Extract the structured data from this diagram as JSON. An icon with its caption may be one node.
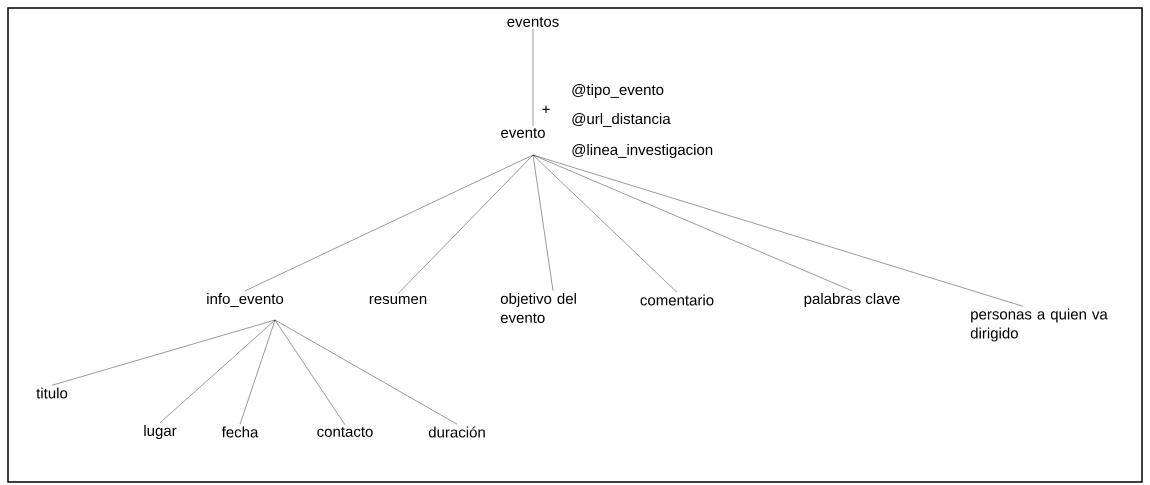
{
  "diagram": {
    "nodes": [
      {
        "text": [
          "eventos"
        ]
      },
      {
        "text": [
          "evento"
        ]
      },
      {
        "text": [
          "info_evento"
        ]
      },
      {
        "text": [
          "resumen"
        ]
      },
      {
        "text": [
          "objetivo del evento"
        ]
      },
      {
        "text": [
          "comentario"
        ]
      },
      {
        "text": [
          "palabras clave"
        ]
      },
      {
        "text": [
          "personas a quien va dirigido"
        ]
      },
      {
        "text": [
          "titulo"
        ]
      },
      {
        "text": [
          "lugar"
        ]
      },
      {
        "text": [
          "fecha"
        ]
      },
      {
        "text": [
          "contacto"
        ]
      },
      {
        "text": [
          "duración"
        ]
      }
    ],
    "edges": [
      {
        "from": 0,
        "to": 1,
        "arrow": "none"
      },
      {
        "from": 1,
        "to": 2,
        "arrow": "none"
      },
      {
        "from": 1,
        "to": 3,
        "arrow": "none"
      },
      {
        "from": 1,
        "to": 4,
        "arrow": "none"
      },
      {
        "from": 1,
        "to": 5,
        "arrow": "none"
      },
      {
        "from": 1,
        "to": 6,
        "arrow": "none"
      },
      {
        "from": 1,
        "to": 7,
        "arrow": "none"
      },
      {
        "from": 2,
        "to": 8,
        "arrow": "none"
      },
      {
        "from": 2,
        "to": 9,
        "arrow": "none"
      },
      {
        "from": 2,
        "to": 10,
        "arrow": "none"
      },
      {
        "from": 2,
        "to": 11,
        "arrow": "none"
      },
      {
        "from": 2,
        "to": 12,
        "arrow": "none"
      }
    ],
    "labels": [
      "+",
      "@tipo_evento",
      "@url_distancia",
      "@linea_investigacion"
    ]
  }
}
